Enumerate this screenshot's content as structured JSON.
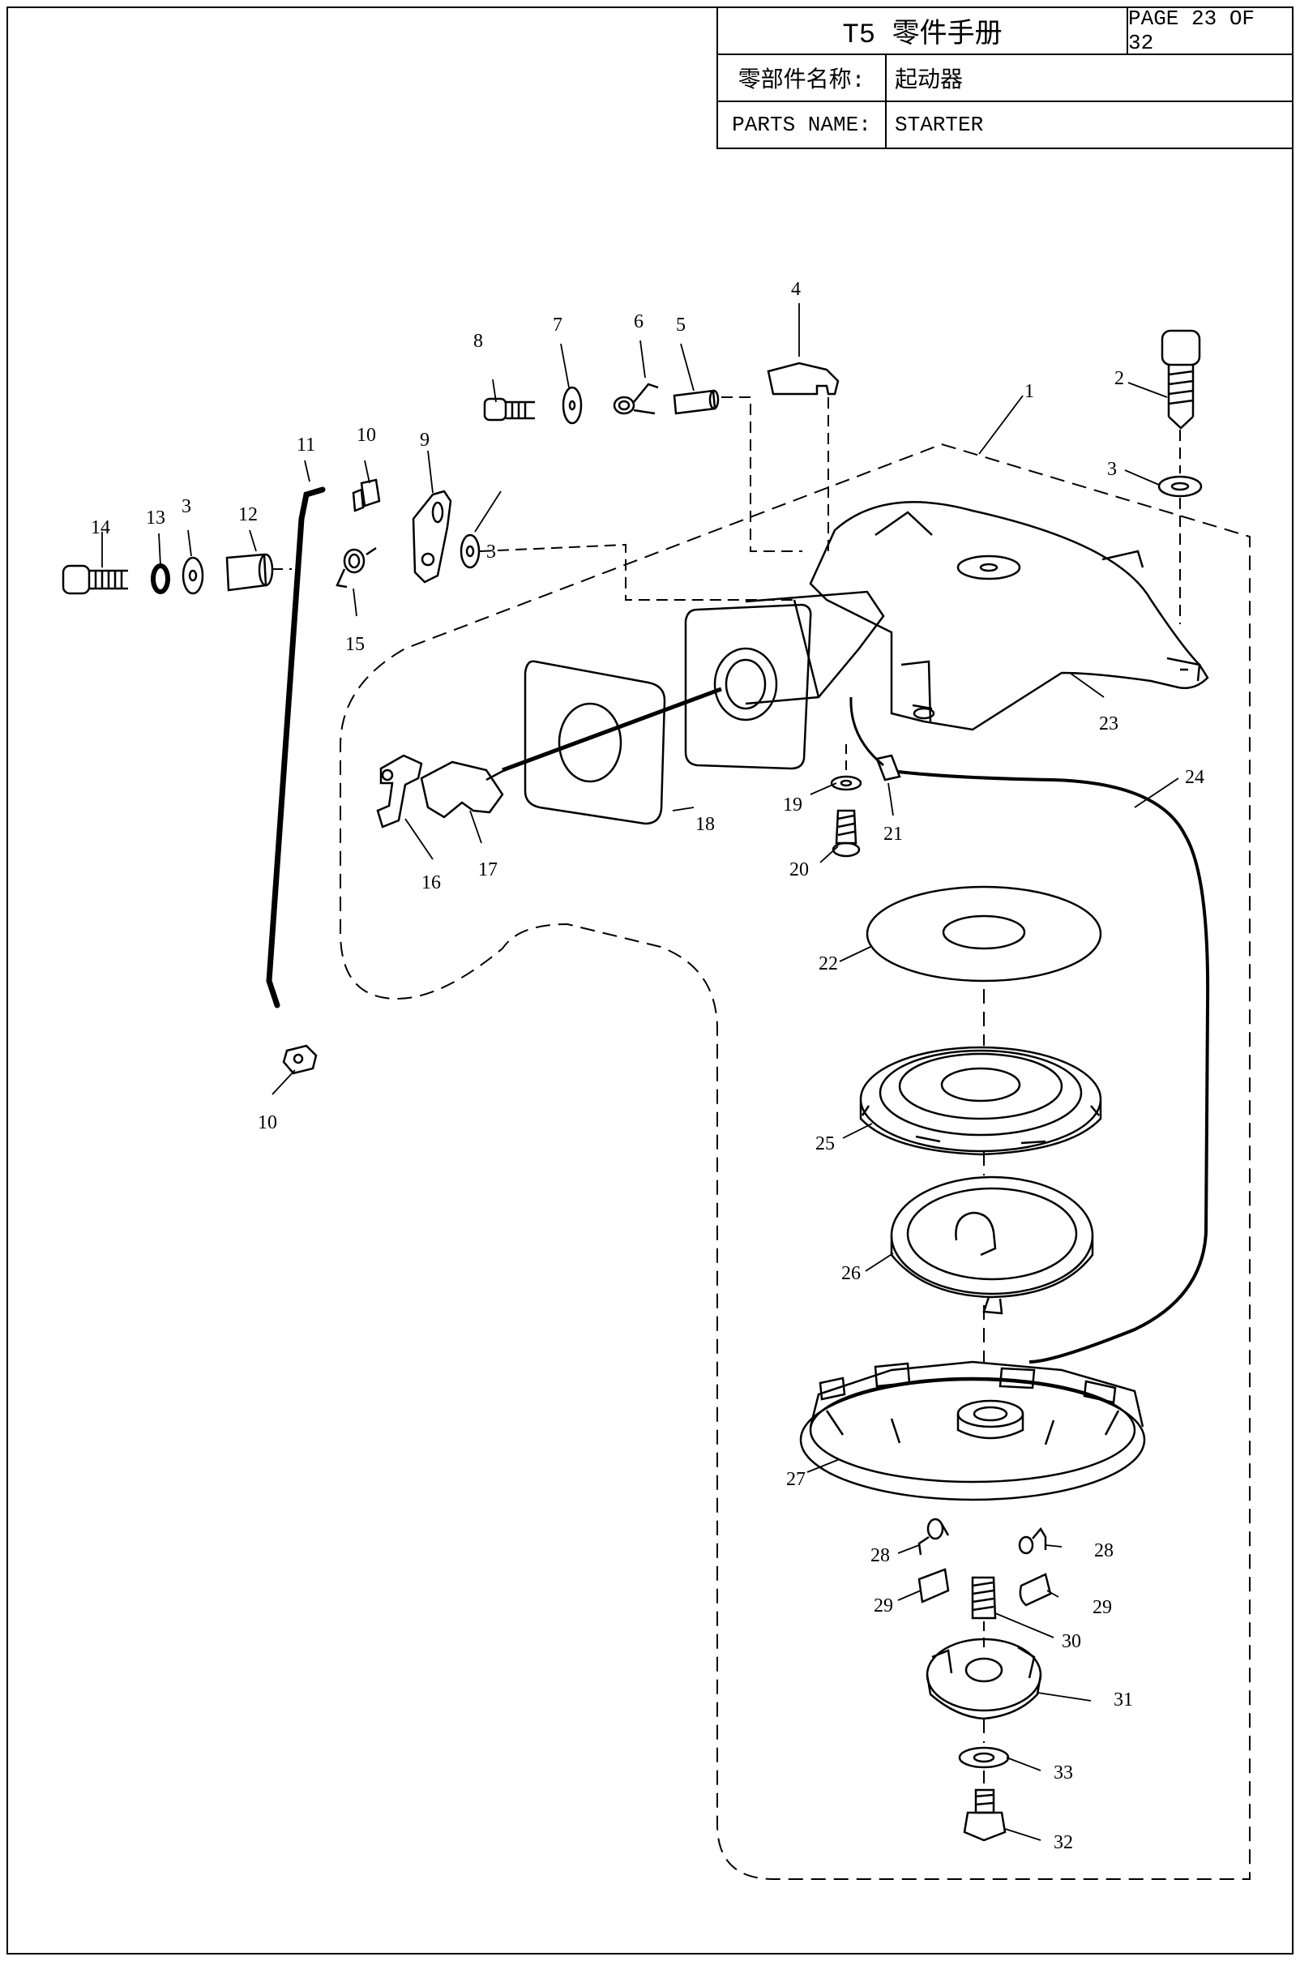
{
  "header": {
    "manual_title": "T5 零件手册",
    "page": "PAGE 23 OF 32",
    "name_cn_label": "零部件名称:",
    "name_cn_value": "起动器",
    "name_en_label": "PARTS NAME:",
    "name_en_value": "STARTER"
  },
  "callouts": [
    "1",
    "2",
    "3",
    "4",
    "5",
    "6",
    "7",
    "8",
    "9",
    "10",
    "11",
    "12",
    "13",
    "14",
    "15",
    "16",
    "17",
    "18",
    "19",
    "20",
    "21",
    "22",
    "23",
    "24",
    "25",
    "26",
    "27",
    "28",
    "29",
    "30",
    "31",
    "32",
    "33"
  ]
}
